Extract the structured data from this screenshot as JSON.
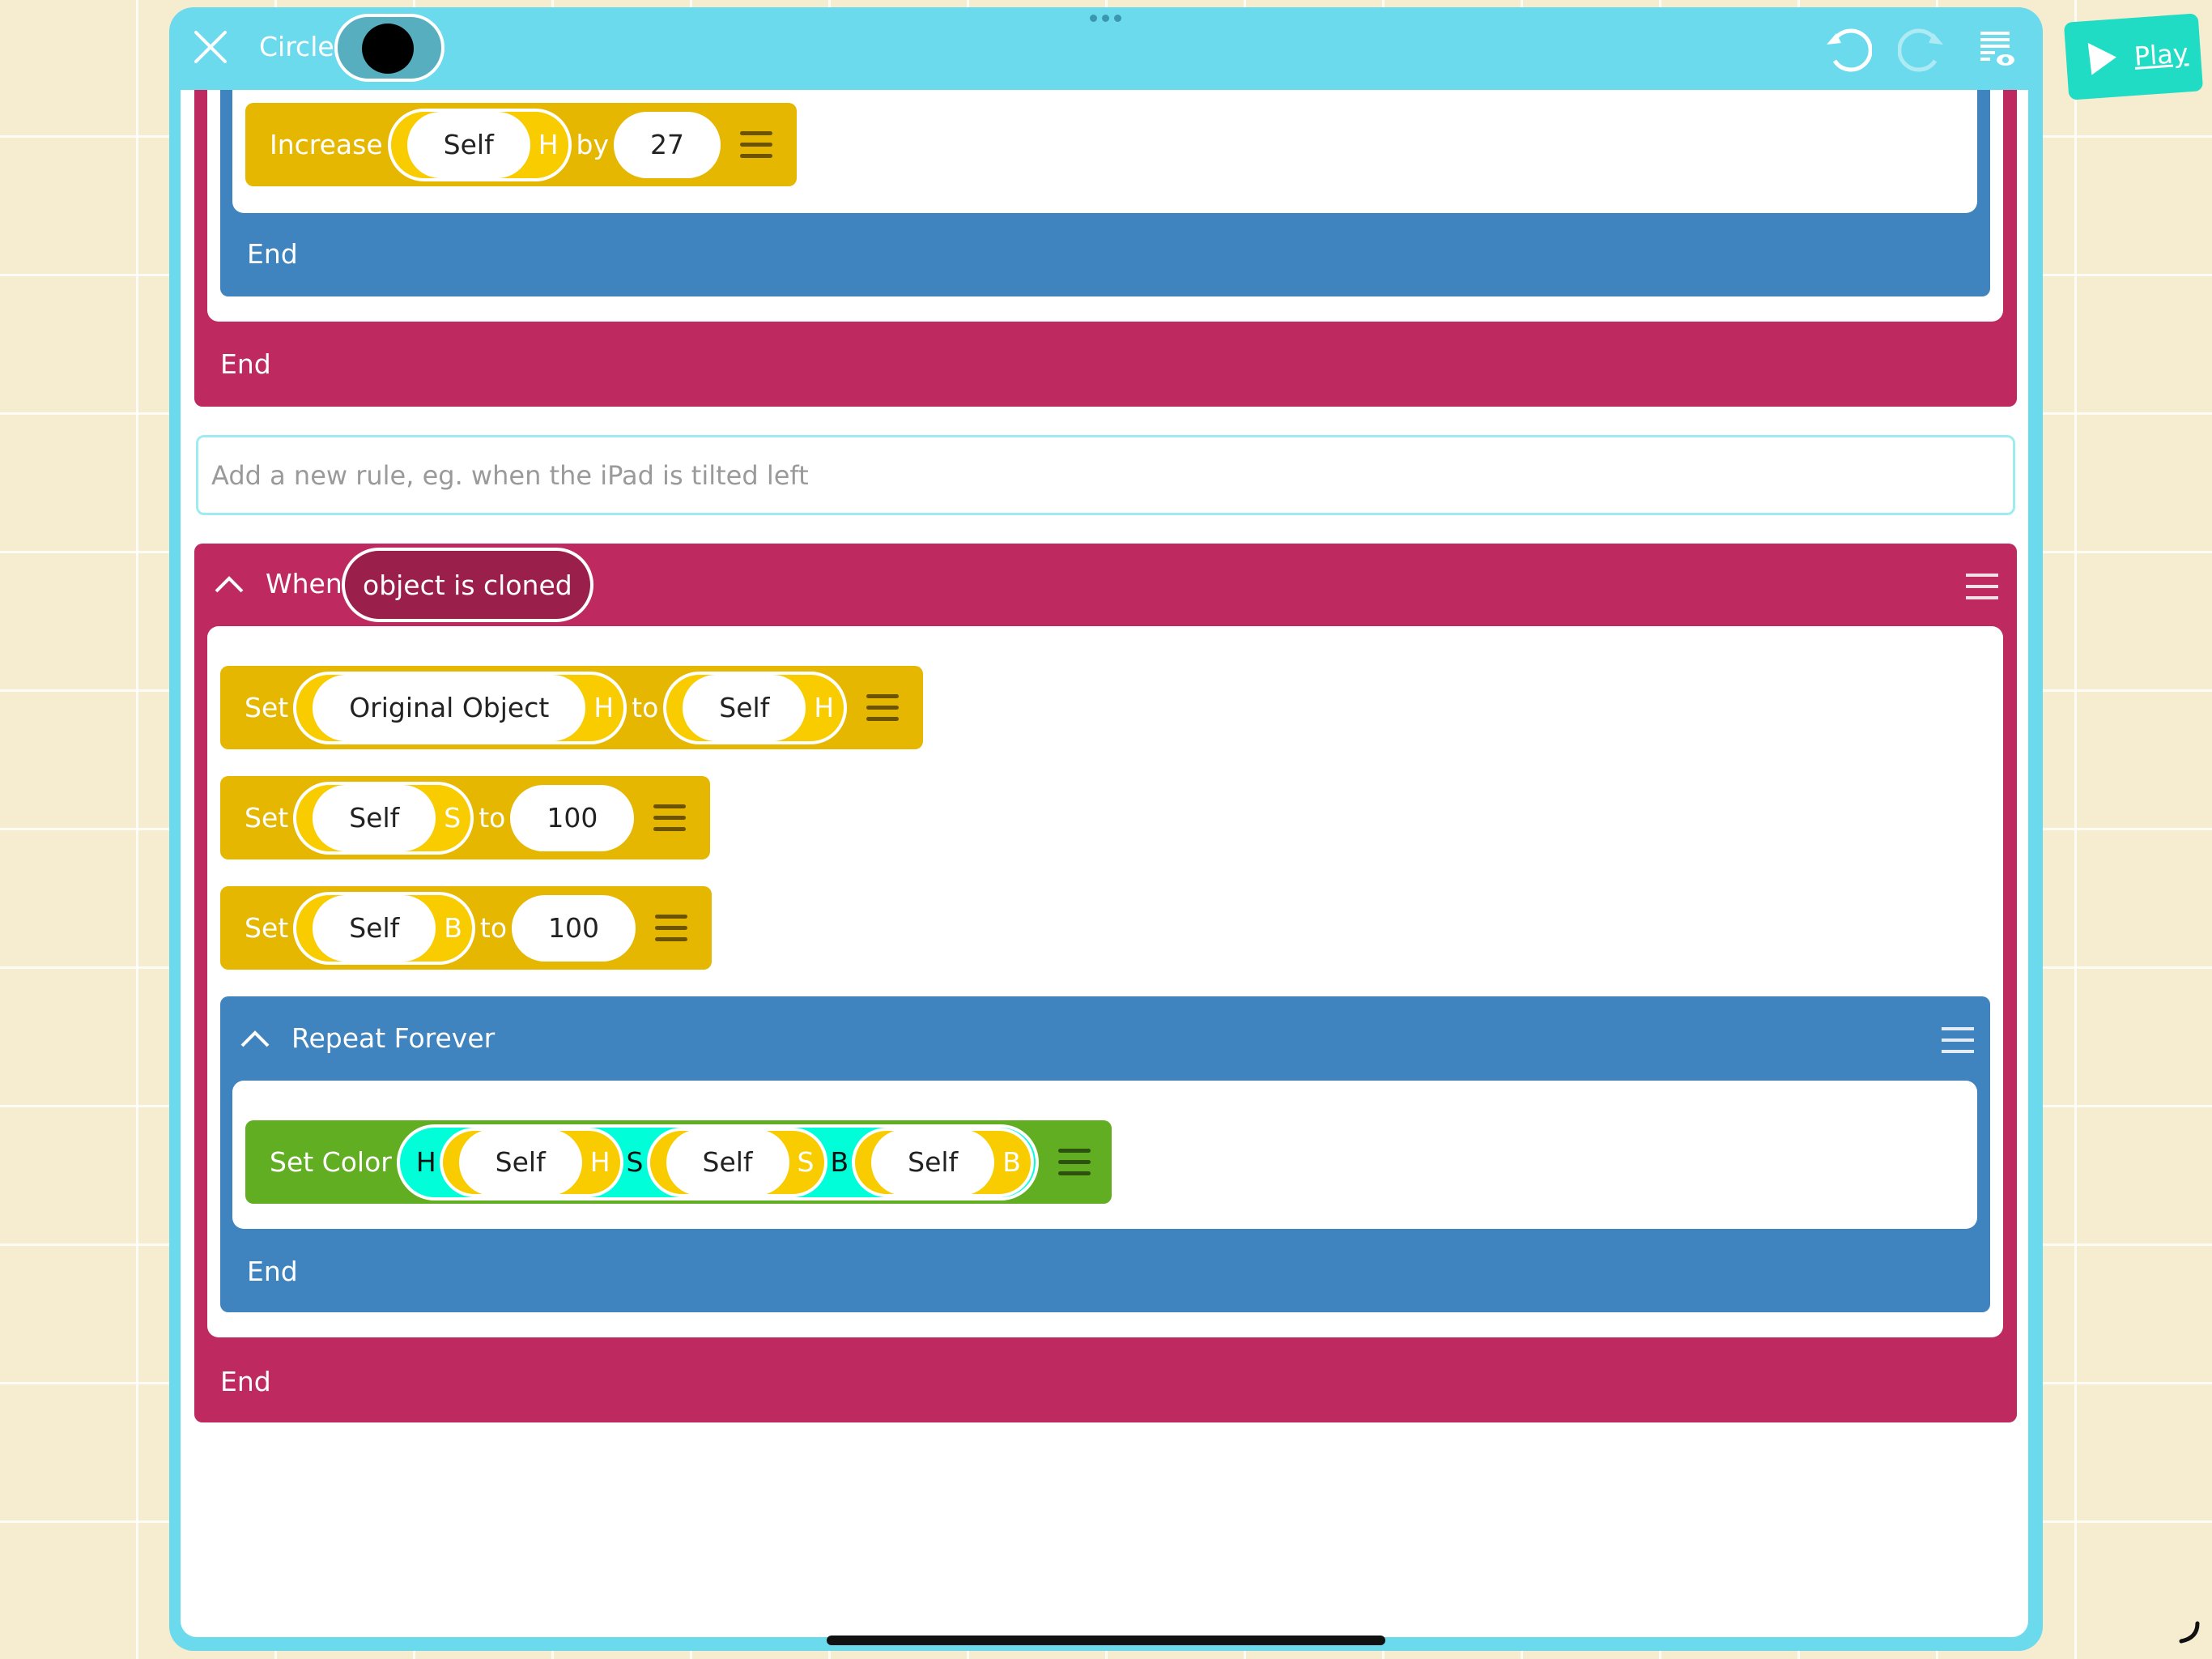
{
  "header": {
    "object_name": "Circle",
    "undo": "undo-icon",
    "redo": "redo-icon",
    "view_code": "list-eye-icon"
  },
  "play": {
    "label": "Play"
  },
  "top_rule": {
    "increase_block": {
      "label": "Increase",
      "variable": "Self",
      "suffix": "H",
      "by": "by",
      "value": "27"
    },
    "repeat_end": "End",
    "rule_end": "End"
  },
  "add_rule": {
    "placeholder": "Add a new rule, eg. when the iPad is tilted left"
  },
  "clone_rule": {
    "when": "When",
    "trigger": "object is cloned",
    "set_blocks": [
      {
        "label": "Set",
        "variable": "Original Object",
        "suffix": "H",
        "to": "to",
        "target_var": "Self",
        "target_suffix": "H"
      },
      {
        "label": "Set",
        "variable": "Self",
        "suffix": "S",
        "to": "to",
        "value": "100"
      },
      {
        "label": "Set",
        "variable": "Self",
        "suffix": "B",
        "to": "to",
        "value": "100"
      }
    ],
    "repeat": {
      "label": "Repeat Forever",
      "set_color": {
        "label": "Set Color",
        "h": "H",
        "s": "S",
        "b": "B",
        "args": [
          {
            "variable": "Self",
            "suffix": "H"
          },
          {
            "variable": "Self",
            "suffix": "S"
          },
          {
            "variable": "Self",
            "suffix": "B"
          }
        ]
      },
      "end": "End"
    },
    "end": "End"
  },
  "colors": {
    "header": "#6BDAEC",
    "rule": "#BE2960",
    "repeat": "#3F83BF",
    "set": "#E5B700",
    "set_color": "#62AE22",
    "play": "#20DCC4"
  }
}
